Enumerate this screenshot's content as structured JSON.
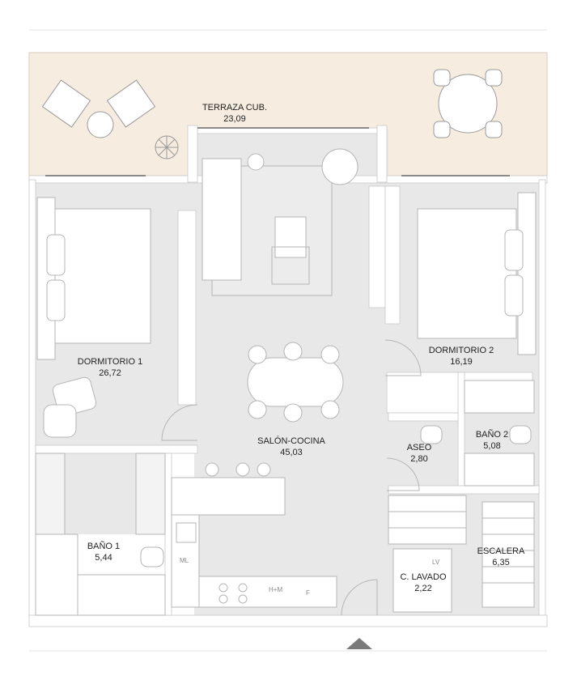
{
  "rooms": {
    "terraza": {
      "name": "TERRAZA CUB.",
      "area": "23,09"
    },
    "dormitorio1": {
      "name": "DORMITORIO 1",
      "area": "26,72"
    },
    "dormitorio2": {
      "name": "DORMITORIO 2",
      "area": "16,19"
    },
    "salon": {
      "name": "SALÓN-COCINA",
      "area": "45,03"
    },
    "aseo": {
      "name": "ASEO",
      "area": "2,80"
    },
    "bano2": {
      "name": "BAÑO 2",
      "area": "5,08"
    },
    "bano1": {
      "name": "BAÑO 1",
      "area": "5,44"
    },
    "escalera": {
      "name": "ESCALERA",
      "area": "6,35"
    },
    "lavado": {
      "name": "C. LAVADO",
      "area": "2,22"
    }
  },
  "appliances": {
    "ml": "ML",
    "hm": "H+M",
    "f": "F",
    "lv": "LV"
  },
  "colors": {
    "terrace": "#f7ece0",
    "floor": "#e8e8e8",
    "wall": "#ffffff",
    "line": "#bdbdbd",
    "arrow": "#7a7a7a"
  }
}
